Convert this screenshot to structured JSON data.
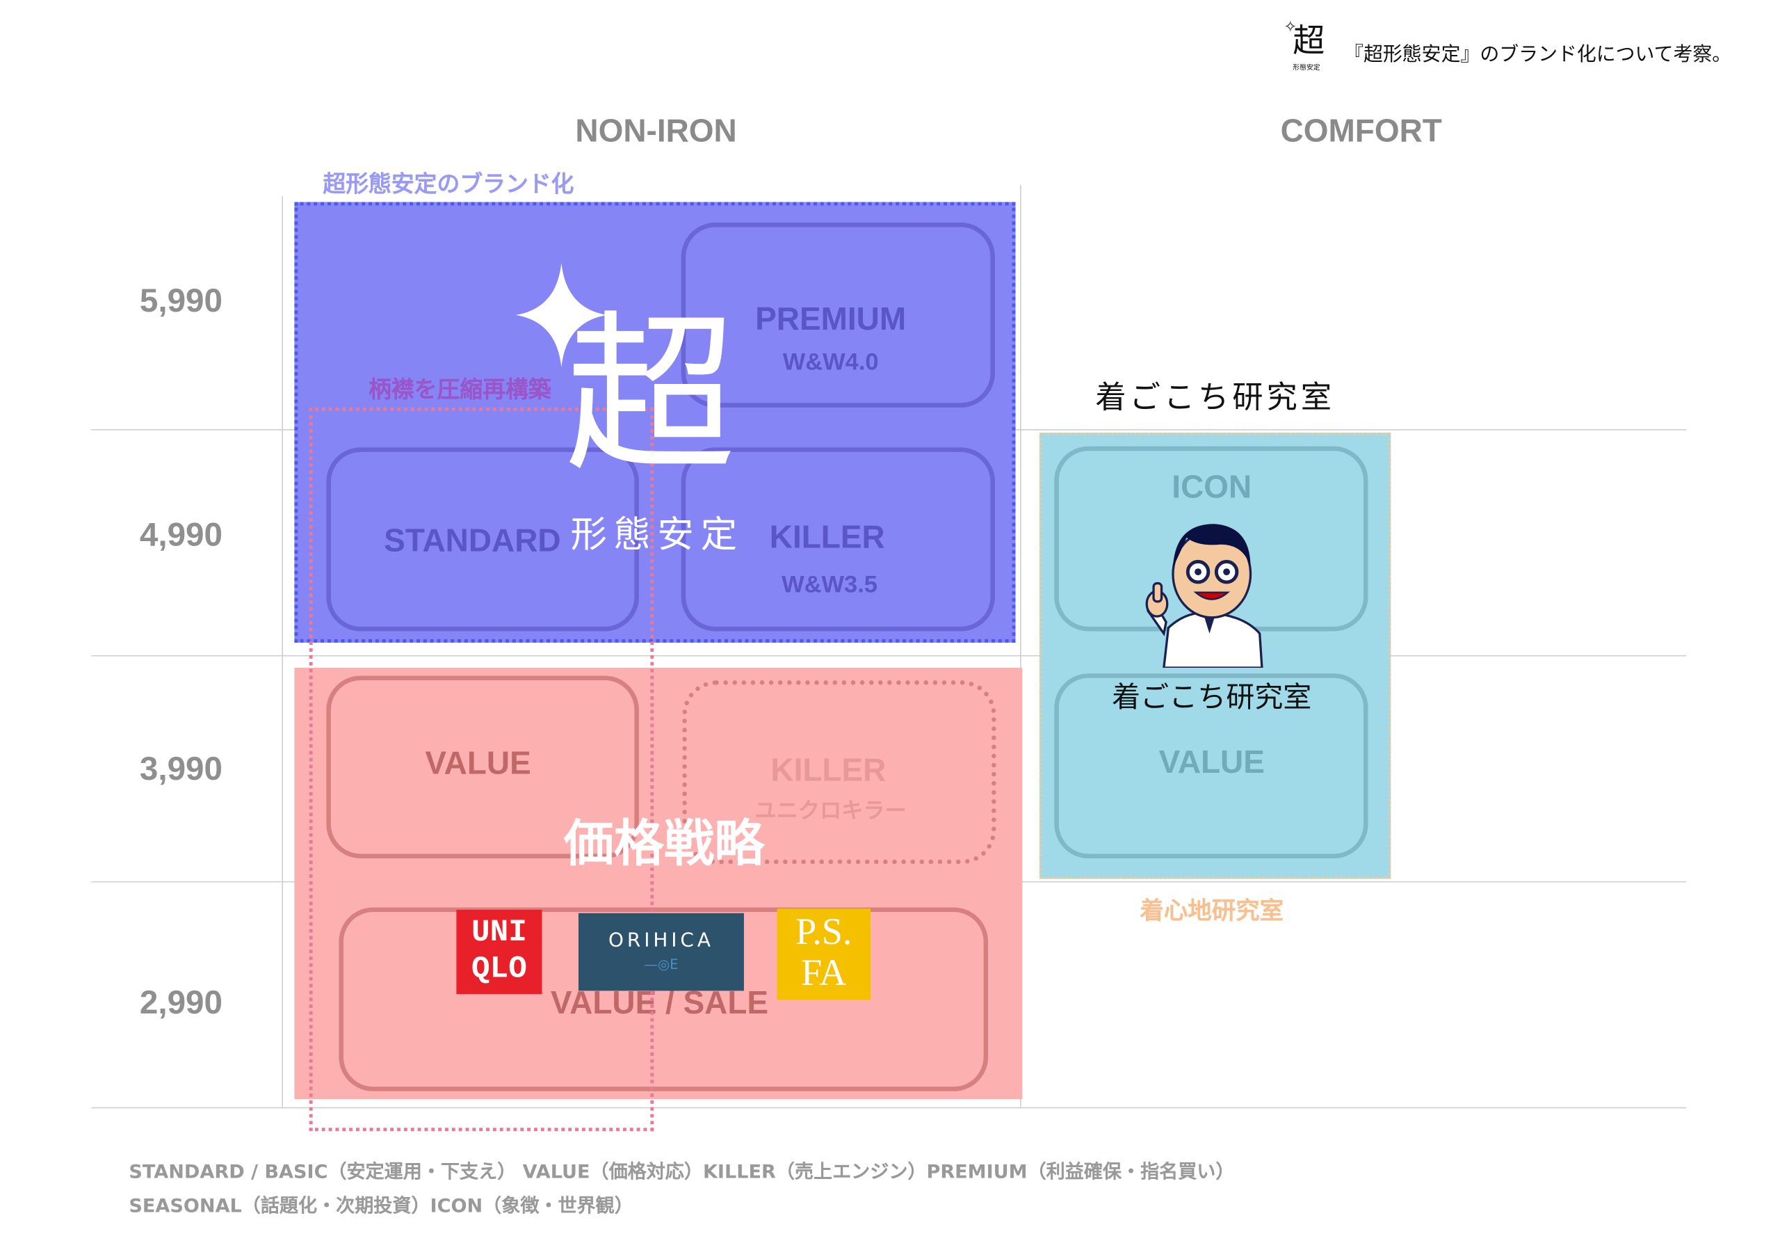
{
  "header": {
    "logo_char": "超",
    "logo_sub": "形態安定",
    "title": "『超形態安定』のブランド化について考察。"
  },
  "columns": [
    "NON-IRON",
    "COMFORT"
  ],
  "price_levels": [
    "5,990",
    "4,990",
    "3,990",
    "2,990"
  ],
  "regions": {
    "brand": {
      "label": "超形態安定のブランド化",
      "color": "#8685f5"
    },
    "collar": {
      "label": "柄襟を圧縮再構築"
    },
    "price": {
      "label": "価格戦略",
      "color": "#fdb0b0"
    },
    "comfort": {
      "label": "着心地研究室",
      "heading": "着ごこち研究室",
      "mascot_caption": "着ごこち研究室",
      "color": "#a0dae8"
    }
  },
  "logo_big": {
    "char": "超",
    "sub": "形態安定"
  },
  "cells": {
    "premium": {
      "title": "PREMIUM",
      "sub": "W&W4.0"
    },
    "standard": {
      "title": "STANDARD"
    },
    "killer": {
      "title": "KILLER",
      "sub": "W&W3.5"
    },
    "value": {
      "title": "VALUE"
    },
    "killer_uniqlo": {
      "title": "KILLER",
      "sub": "ユニクロキラー"
    },
    "value_sale": {
      "title": "VALUE / SALE"
    },
    "icon": {
      "title": "ICON"
    },
    "comfort_value": {
      "title": "VALUE"
    }
  },
  "brand_logos": {
    "uniqlo": [
      "UNI",
      "QLO"
    ],
    "orihica": "ORIHICA",
    "psfa": [
      "P.S.",
      "FA"
    ]
  },
  "footer": [
    "STANDARD / BASIC（安定運用・下支え） VALUE（価格対応）KILLER（売上エンジン）PREMIUM（利益確保・指名買い）",
    "SEASONAL（話題化・次期投資）ICON（象徴・世界観）"
  ]
}
